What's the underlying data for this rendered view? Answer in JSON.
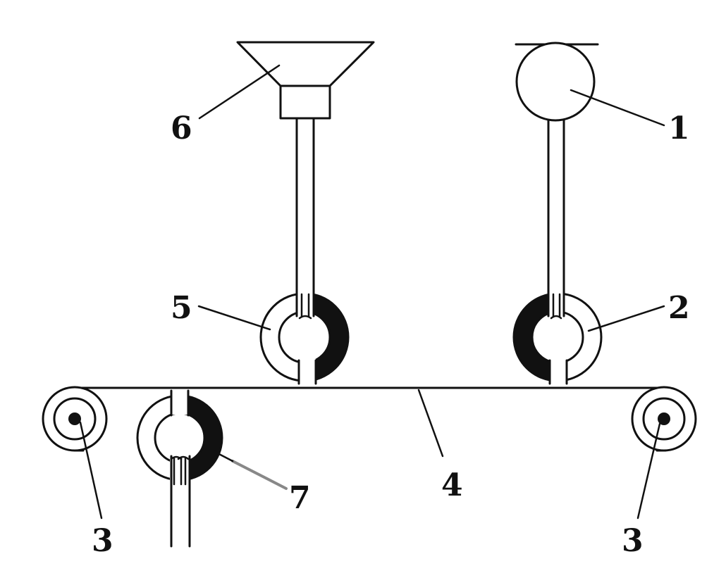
{
  "labels": {
    "l1": "1",
    "l2": "2",
    "l3a": "3",
    "l3b": "3",
    "l4": "4",
    "l5": "5",
    "l6": "6",
    "l7": "7"
  },
  "colors": {
    "ink": "#111111",
    "paper": "#ffffff"
  }
}
